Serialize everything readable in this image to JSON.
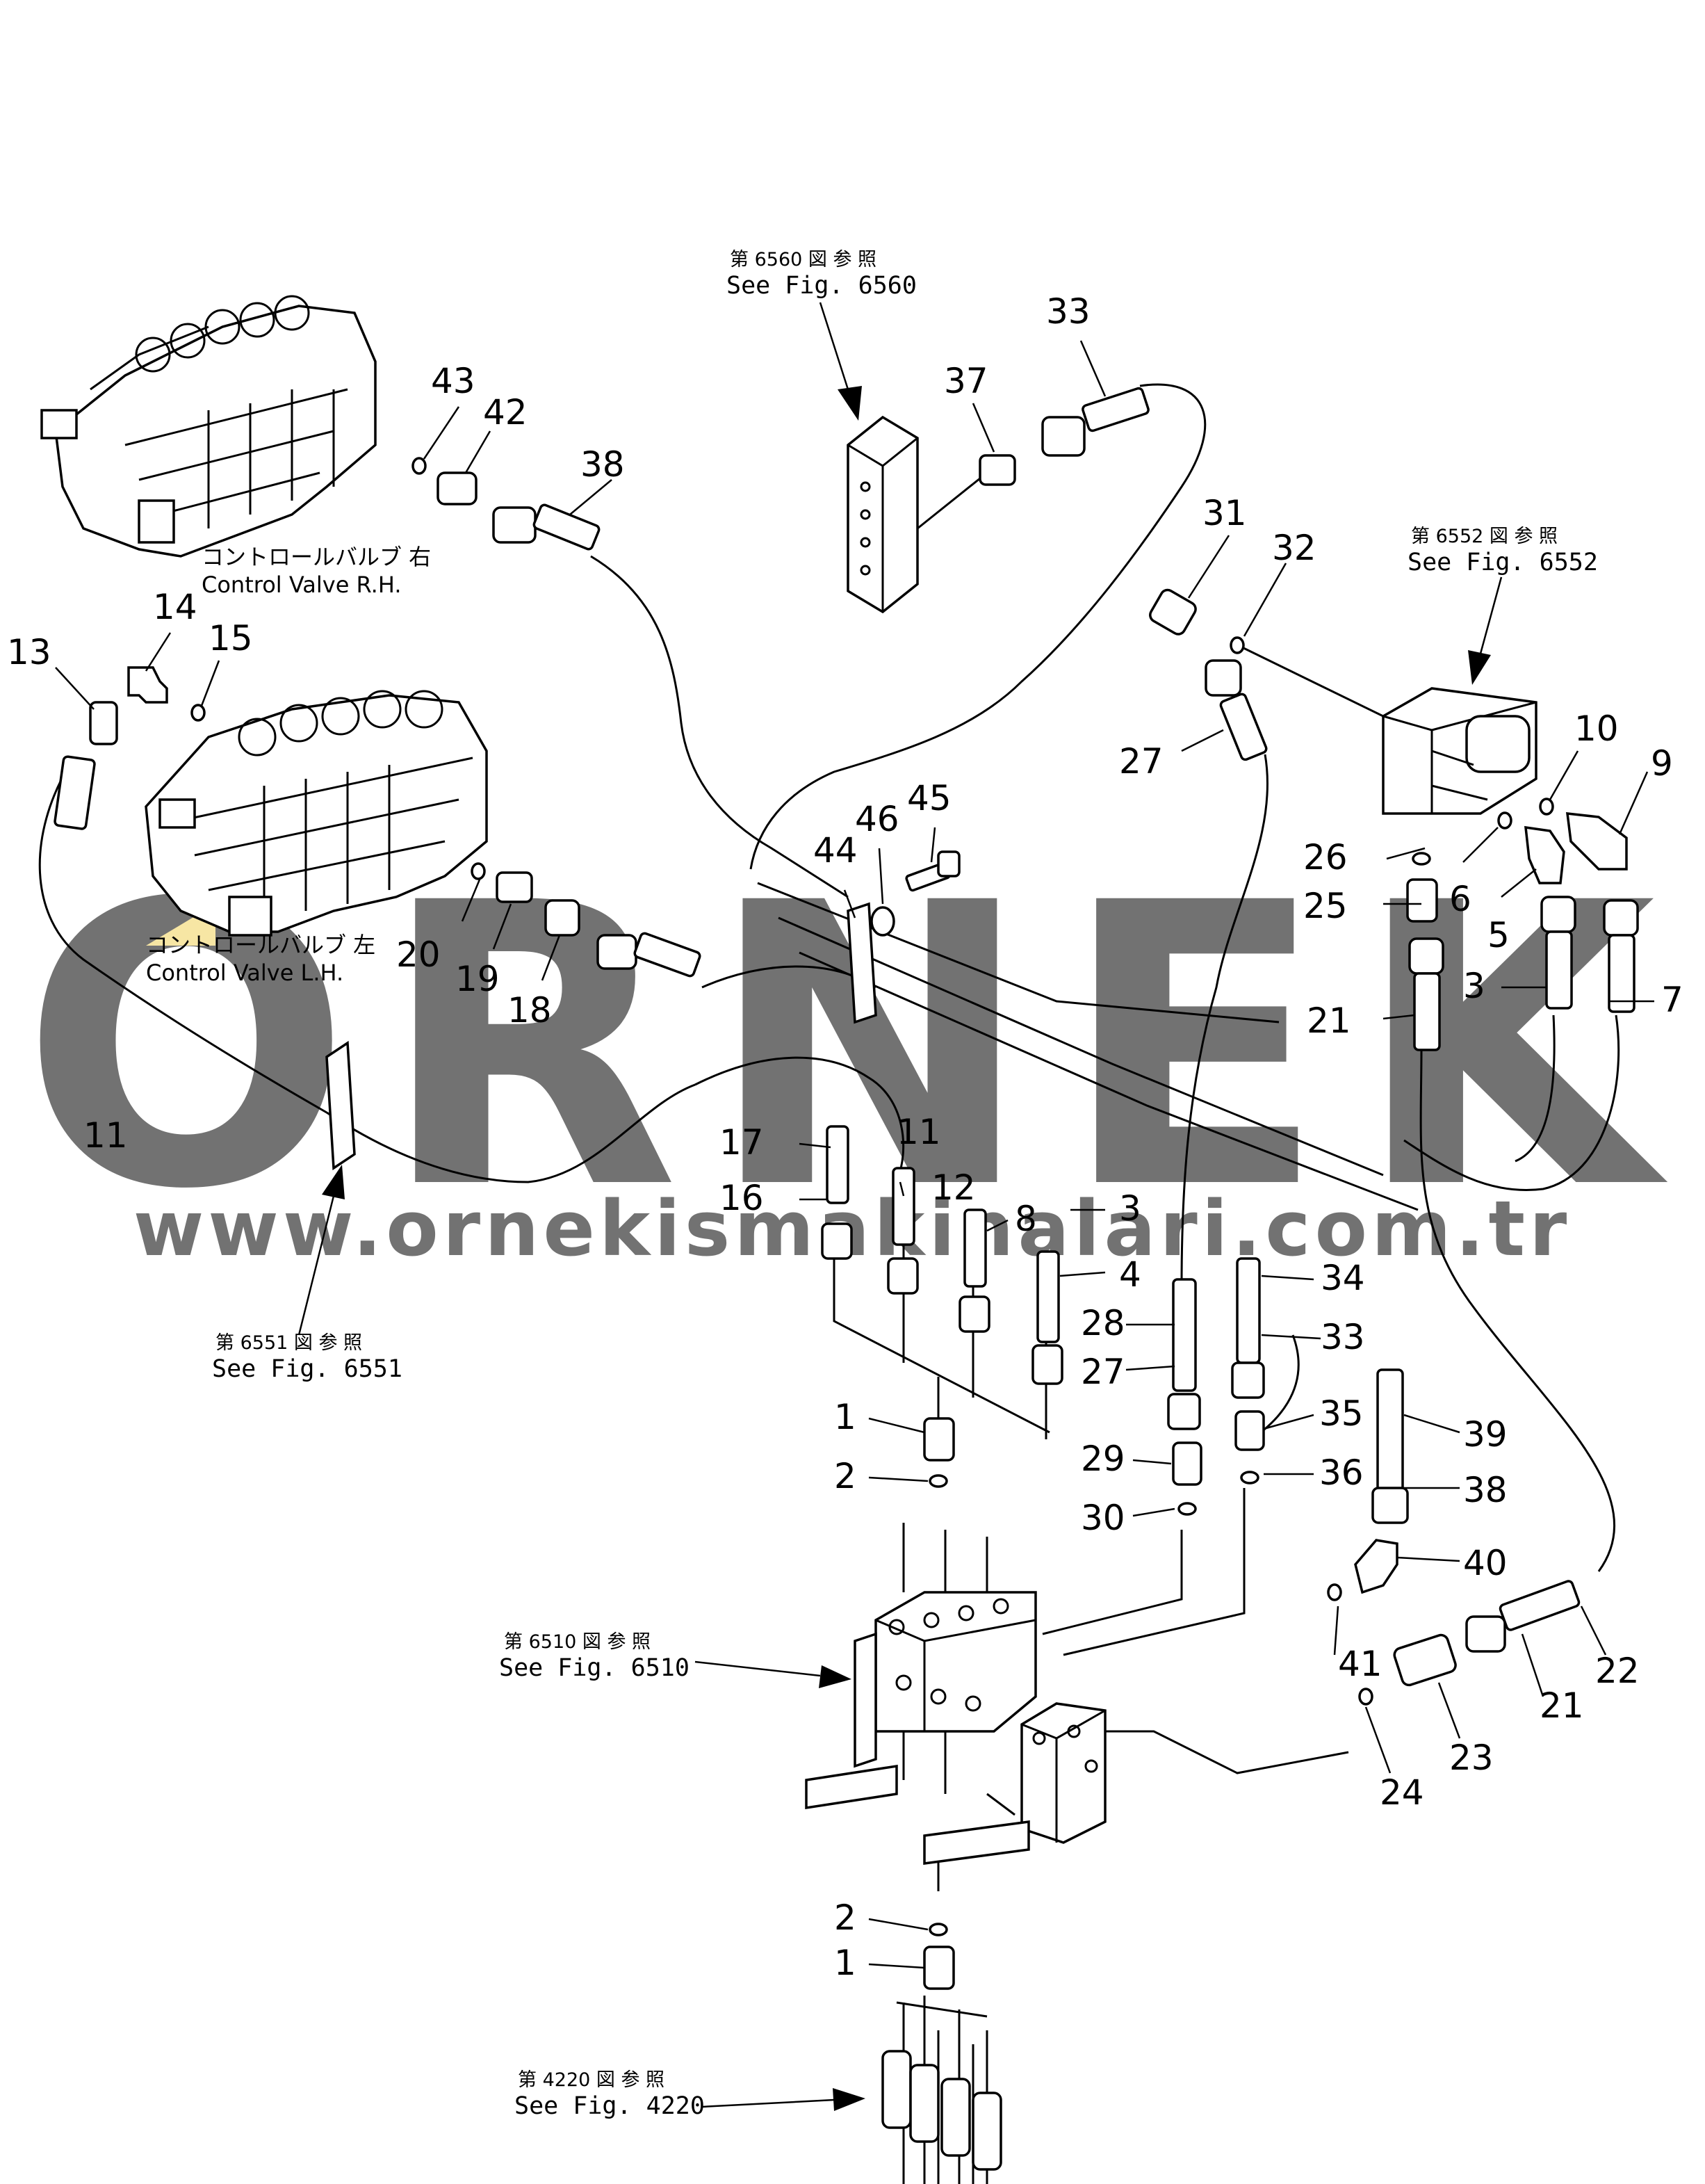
{
  "watermark": {
    "brand": "ORNEK",
    "url": "www.ornekismakinalari.com.tr",
    "brand_color": "#8e8aa0",
    "accent_color": "#f2d35a"
  },
  "references": [
    {
      "id": "ref-6560",
      "jp": "第 6560 図 参 照",
      "en": "See Fig. 6560"
    },
    {
      "id": "ref-6552",
      "jp": "第 6552 図 参 照",
      "en": "See Fig. 6552"
    },
    {
      "id": "ref-6551",
      "jp": "第 6551 図 参 照",
      "en": "See Fig. 6551"
    },
    {
      "id": "ref-6510",
      "jp": "第 6510 図 参 照",
      "en": "See Fig. 6510"
    },
    {
      "id": "ref-4220",
      "jp": "第 4220 図 参 照",
      "en": "See Fig. 4220"
    }
  ],
  "component_labels": {
    "valve_rh_jp": "コントロールバルブ 右",
    "valve_rh_en": "Control Valve R.H.",
    "valve_lh_jp": "コントロールバルブ 左",
    "valve_lh_en": "Control Valve L.H."
  },
  "part_numbers": [
    "1",
    "2",
    "3",
    "4",
    "5",
    "6",
    "7",
    "8",
    "9",
    "10",
    "11",
    "12",
    "13",
    "14",
    "15",
    "16",
    "17",
    "18",
    "19",
    "20",
    "21",
    "22",
    "23",
    "24",
    "25",
    "26",
    "27",
    "28",
    "29",
    "30",
    "31",
    "32",
    "33",
    "34",
    "35",
    "36",
    "37",
    "38",
    "39",
    "40",
    "41",
    "42",
    "43",
    "44",
    "45",
    "46"
  ]
}
